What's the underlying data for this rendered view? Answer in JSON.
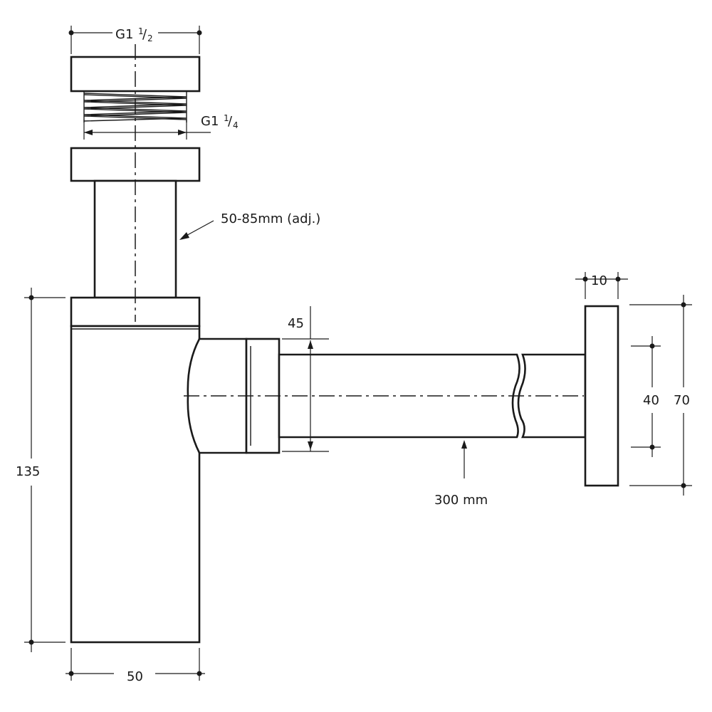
{
  "dimensions": {
    "outlet_thread": {
      "main": "G1 ",
      "numerator": "1",
      "slash": "/",
      "denominator": "2"
    },
    "inlet_thread": {
      "main": "G1 ",
      "numerator": "1",
      "slash": "/",
      "denominator": "4"
    },
    "height_adjustment": "50-85mm (adj.)",
    "pipe_diameter": "45",
    "wall_pipe_length": "300 mm",
    "flange_thickness": "10",
    "flange_inner_diameter": "40",
    "flange_outer_diameter": "70",
    "body_height": "135",
    "body_width": "50"
  },
  "colors": {
    "line": "#1a1a1a",
    "background": "#ffffff"
  }
}
